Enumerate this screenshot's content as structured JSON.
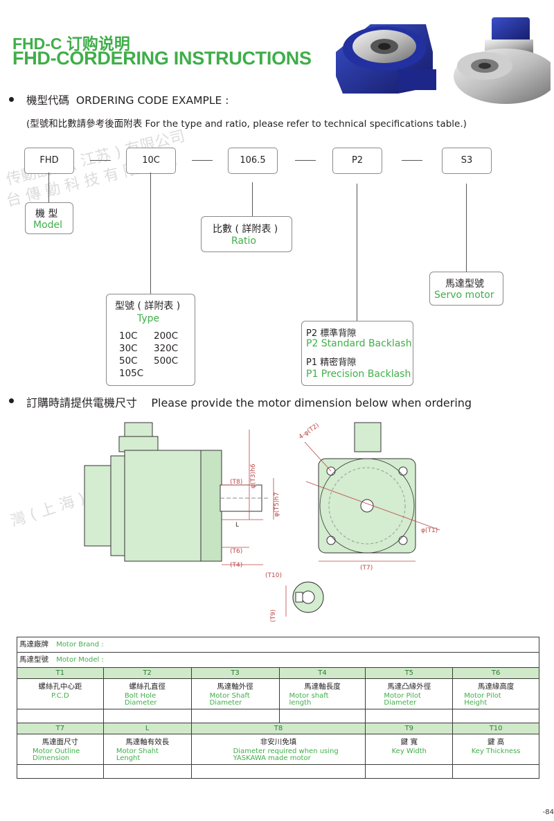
{
  "header": {
    "title_cn": "FHD-C 订购说明",
    "title_en": "FHD-CORDERING INSTRUCTIONS"
  },
  "section1": {
    "heading_cn": "機型代碼",
    "heading_en": "ORDERING CODE EXAMPLE :",
    "note": "(型號和比數請參考後面附表 For the type and ratio, please refer to technical specifications table.)"
  },
  "code": [
    "FHD",
    "10C",
    "106.5",
    "P2",
    "S3"
  ],
  "labels": {
    "model_cn": "機 型",
    "model_en": "Model",
    "ratio_cn": "比數 ( 詳附表 )",
    "ratio_en": "Ratio",
    "servo_cn": "馬達型號",
    "servo_en": "Servo motor",
    "type_cn": "型號 ( 詳附表 )",
    "type_en": "Type",
    "type_values": [
      "10C",
      "200C",
      "30C",
      "320C",
      "50C",
      "500C",
      "105C"
    ],
    "p2_cn": "P2 標準背隙",
    "p2_en": "P2 Standard Backlash",
    "p1_cn": "P1 精密背隙",
    "p1_en": "P1 Precision Backlash"
  },
  "section2": {
    "heading_cn": "訂購時請提供電機尺寸",
    "heading_en": "Please provide the motor dimension below when ordering"
  },
  "drawing_labels": {
    "t3": "φ(T3)h6",
    "t5": "φ(T5)h7",
    "t8": "(T8)",
    "l": "L",
    "t6": "(T6)",
    "t4": "(T4)",
    "t2": "4-φ(T2)",
    "t1": "φ(T1)",
    "t7": "(T7)",
    "t10": "(T10)",
    "t9": "(T9)"
  },
  "watermark": [
    "传動設備 ( 江苏 ) 有限公司",
    "台 傳 動 科 技 有 限 公 司",
    "灣 ( 上 海 ) 有 限 公 司"
  ],
  "table": {
    "brand_cn": "馬達廠牌",
    "brand_en": "Motor Brand :",
    "model_cn": "馬達型號",
    "model_en": "Motor Model :",
    "row1_headers": [
      "T1",
      "T2",
      "T3",
      "T4",
      "T5",
      "T6"
    ],
    "row1": [
      {
        "cn": "螺絲孔中心距",
        "en": "P.C.D"
      },
      {
        "cn": "螺絲孔直徑",
        "en": "Bolt Hole Diameter"
      },
      {
        "cn": "馬達軸外徑",
        "en": "Motor Shaft Diameter"
      },
      {
        "cn": "馬達軸長度",
        "en": "Motor shaft length"
      },
      {
        "cn": "馬達凸緣外徑",
        "en": "Motor Pilot Diameter"
      },
      {
        "cn": "馬達緣高度",
        "en": "Motor Pilot Height"
      }
    ],
    "row2_headers": [
      "T7",
      "L",
      "T8",
      "T9",
      "T10"
    ],
    "row2": [
      {
        "cn": "馬達面尺寸",
        "en": "Motor Outline Dimension"
      },
      {
        "cn": "馬達軸有效長",
        "en": "Motor Shaht Lenght"
      },
      {
        "cn": "非安川免填",
        "en": "Diameter required when using YASKAWA made motor"
      },
      {
        "cn": "鍵 寬",
        "en": "Key Width"
      },
      {
        "cn": "鍵 高",
        "en": "Key Thickness"
      }
    ]
  },
  "page_number": "-84",
  "colors": {
    "accent_green": "#3fae49",
    "motor_fill": "#d4ecd0",
    "header_fill": "#cfe9c9"
  }
}
